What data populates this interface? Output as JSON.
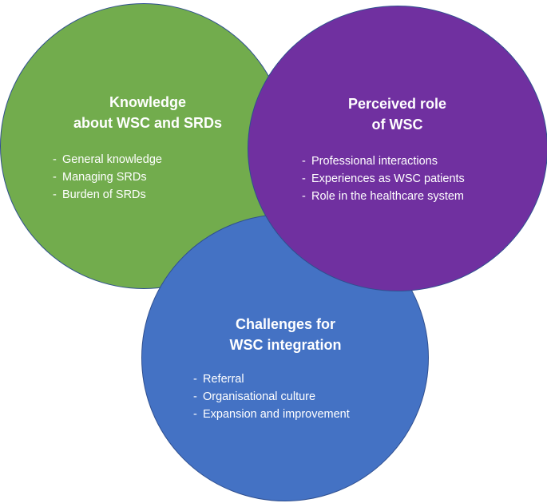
{
  "colors": {
    "green": "#72AC4D",
    "purple": "#7030A0",
    "blue": "#4472C4",
    "outline": "#2F4F8F",
    "text": "#FFFFFF"
  },
  "circles": {
    "knowledge": {
      "title_line1": "Knowledge",
      "title_line2": "about WSC and SRDs",
      "items": [
        "General knowledge",
        "Managing SRDs",
        "Burden of SRDs"
      ]
    },
    "perceived_role": {
      "title_line1": "Perceived role",
      "title_line2": "of WSC",
      "items": [
        "Professional interactions",
        "Experiences as WSC patients",
        "Role in the healthcare system"
      ]
    },
    "challenges": {
      "title_line1": "Challenges for",
      "title_line2": "WSC integration",
      "items": [
        "Referral",
        "Organisational culture",
        "Expansion and improvement"
      ]
    }
  }
}
